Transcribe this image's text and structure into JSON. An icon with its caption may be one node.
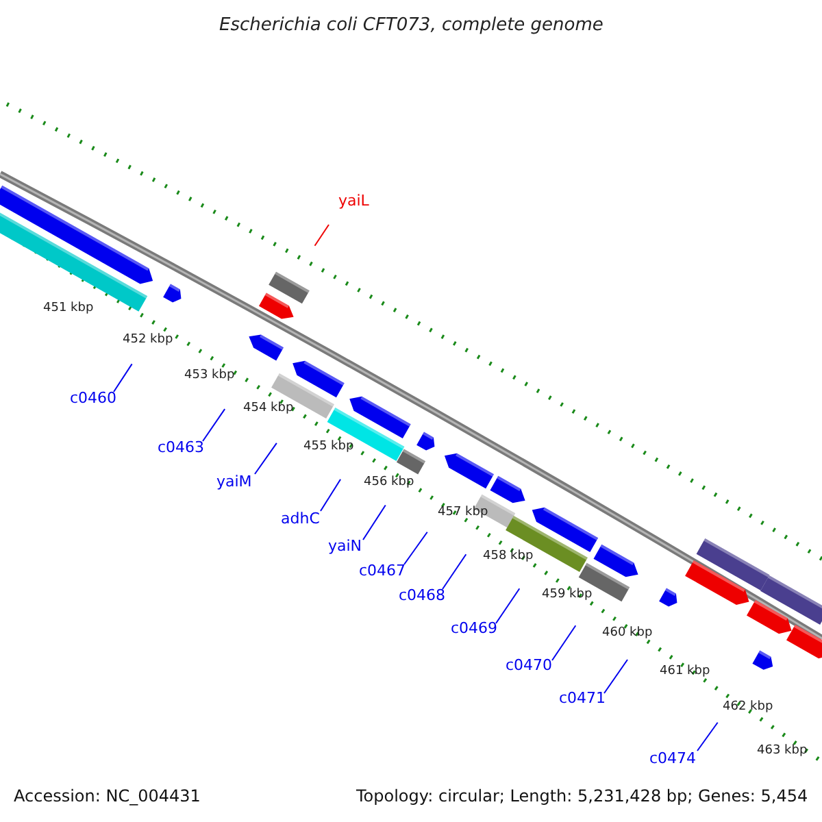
{
  "diagram": {
    "title": "Escherichia coli CFT073, complete genome",
    "nodes": [
      {
        "text": [
          "yaiL"
        ]
      },
      {
        "text": [
          "c0460"
        ]
      },
      {
        "text": [
          "c0463"
        ]
      },
      {
        "text": [
          "yaiM"
        ]
      },
      {
        "text": [
          "adhC"
        ]
      },
      {
        "text": [
          "yaiN"
        ]
      },
      {
        "text": [
          "c0467"
        ]
      },
      {
        "text": [
          "c0468"
        ]
      },
      {
        "text": [
          "c0469"
        ]
      },
      {
        "text": [
          "c0470"
        ]
      },
      {
        "text": [
          "c0471"
        ]
      },
      {
        "text": [
          "c0474"
        ]
      }
    ],
    "edges": [
      {
        "from": 0,
        "to": null,
        "arrow": "none",
        "color": "#ee0000"
      },
      {
        "from": 1,
        "to": null,
        "arrow": "none"
      },
      {
        "from": 2,
        "to": null,
        "arrow": "none"
      },
      {
        "from": 3,
        "to": null,
        "arrow": "none"
      },
      {
        "from": 4,
        "to": null,
        "arrow": "none"
      },
      {
        "from": 5,
        "to": null,
        "arrow": "none"
      },
      {
        "from": 6,
        "to": null,
        "arrow": "none"
      },
      {
        "from": 7,
        "to": null,
        "arrow": "none"
      },
      {
        "from": 8,
        "to": null,
        "arrow": "none"
      },
      {
        "from": 9,
        "to": null,
        "arrow": "none"
      },
      {
        "from": 10,
        "to": null,
        "arrow": "none"
      },
      {
        "from": 11,
        "to": null,
        "arrow": "none"
      }
    ],
    "labels": [
      "451 kbp",
      "452 kbp",
      "453 kbp",
      "454 kbp",
      "455 kbp",
      "456 kbp",
      "457 kbp",
      "458 kbp",
      "459 kbp",
      "460 kbp",
      "461 kbp",
      "462 kbp",
      "463 kbp",
      "Accession: NC_004431",
      "Topology: circular; Length: 5,231,428 bp; Genes: 5,454"
    ]
  }
}
